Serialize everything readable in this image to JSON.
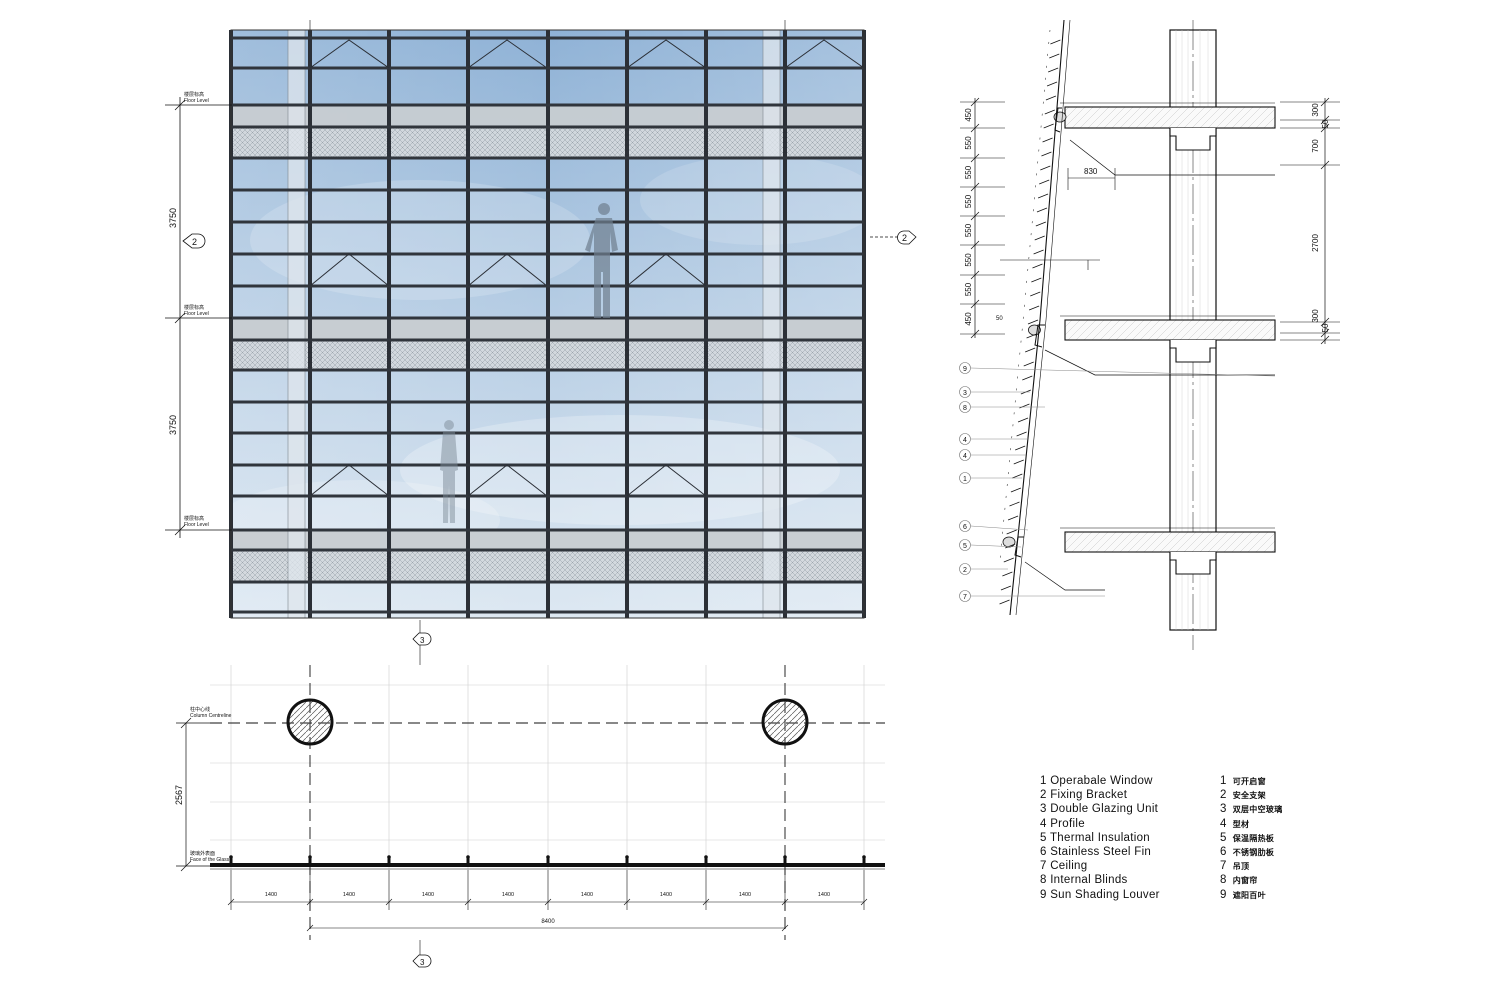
{
  "elevation": {
    "levels": [
      {
        "cn": "楼层标高",
        "en": "Floor Level"
      },
      {
        "cn": "楼层标高",
        "en": "Floor Level"
      },
      {
        "cn": "楼层标高",
        "en": "Floor Level"
      }
    ],
    "dims": [
      "3750",
      "3750"
    ],
    "section_marker": "2",
    "colors": {
      "glass_top": "#8fb2d6",
      "glass_bottom": "#d9e6f1",
      "mullion": "#2b2f36",
      "spandrel": "#c9ced3"
    }
  },
  "section": {
    "dims_left": [
      "450",
      "550",
      "550",
      "550",
      "550",
      "550",
      "550",
      "450"
    ],
    "dims_right": [
      "300",
      "50",
      "700",
      "2700",
      "300",
      "50"
    ],
    "dim_bracket": "830",
    "dim_small": "50",
    "callouts": [
      "9",
      "3",
      "8",
      "4",
      "4",
      "1",
      "6",
      "5",
      "2",
      "7"
    ]
  },
  "plan": {
    "column_label": {
      "cn": "柱中心线",
      "en": "Column Centreline"
    },
    "glass_label": {
      "cn": "玻璃外表面",
      "en": "Face of the Glass"
    },
    "dim_depth": "2567",
    "module_dims": [
      "1400",
      "1400",
      "1400",
      "1400",
      "1400",
      "1400",
      "1400",
      "1400"
    ],
    "total_dim": "8400",
    "section_marker": "3"
  },
  "legend": [
    {
      "en": "1 Operabale Window",
      "num": "1",
      "cn": "可开启窗"
    },
    {
      "en": "2 Fixing Bracket",
      "num": "2",
      "cn": "安全支架"
    },
    {
      "en": "3 Double Glazing Unit",
      "num": "3",
      "cn": "双层中空玻璃"
    },
    {
      "en": "4 Profile",
      "num": "4",
      "cn": "型材"
    },
    {
      "en": "5 Thermal Insulation",
      "num": "5",
      "cn": "保温隔热板"
    },
    {
      "en": "6 Stainless Steel Fin",
      "num": "6",
      "cn": "不锈钢肋板"
    },
    {
      "en": "7 Ceiling",
      "num": "7",
      "cn": "吊顶"
    },
    {
      "en": "8 Internal Blinds",
      "num": "8",
      "cn": "内窗帘"
    },
    {
      "en": "9 Sun Shading Louver",
      "num": "9",
      "cn": "遮阳百叶"
    }
  ]
}
